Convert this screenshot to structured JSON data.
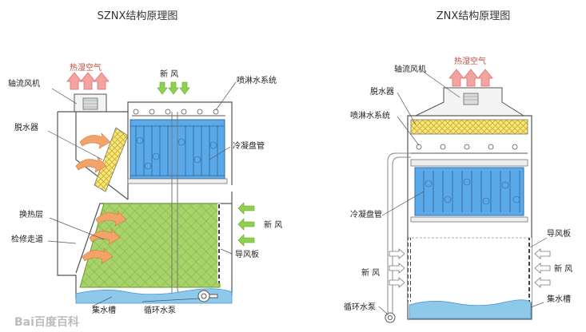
{
  "left": {
    "title": "SZNX结构原理图",
    "hot_air": "热湿空气",
    "fresh_air_top": "新 风",
    "fan": "轴流风机",
    "spray": "喷淋水系统",
    "eliminator": "脱水器",
    "coil": "冷凝盘管",
    "fill": "换热层",
    "fresh_air_side": "新 风",
    "walkway": "检修走道",
    "louver": "导风板",
    "basin": "集水槽",
    "pump": "循环水泵"
  },
  "right": {
    "title": "ZNX结构原理图",
    "hot_air": "热湿空气",
    "fan": "轴流风机",
    "eliminator": "脱水器",
    "spray": "喷淋水系统",
    "coil": "冷凝盘管",
    "louver": "导风板",
    "fresh_air_left": "新 风",
    "fresh_air_right": "新 风",
    "pump": "循环水泵",
    "basin": "集水槽"
  },
  "watermark": "Bai百度百科",
  "colors": {
    "outline": "#555555",
    "coil_blue": "#5aa9e8",
    "fill_green": "#a8d36a",
    "eliminator_yellow": "#f7e87a",
    "water_blue": "#8ec9ec",
    "hot_air_arrow": "#f3a3a0",
    "fresh_air_arrow": "#8fd14f",
    "intake_arrow": "#f3a36a",
    "label_red": "#b84a3a"
  }
}
